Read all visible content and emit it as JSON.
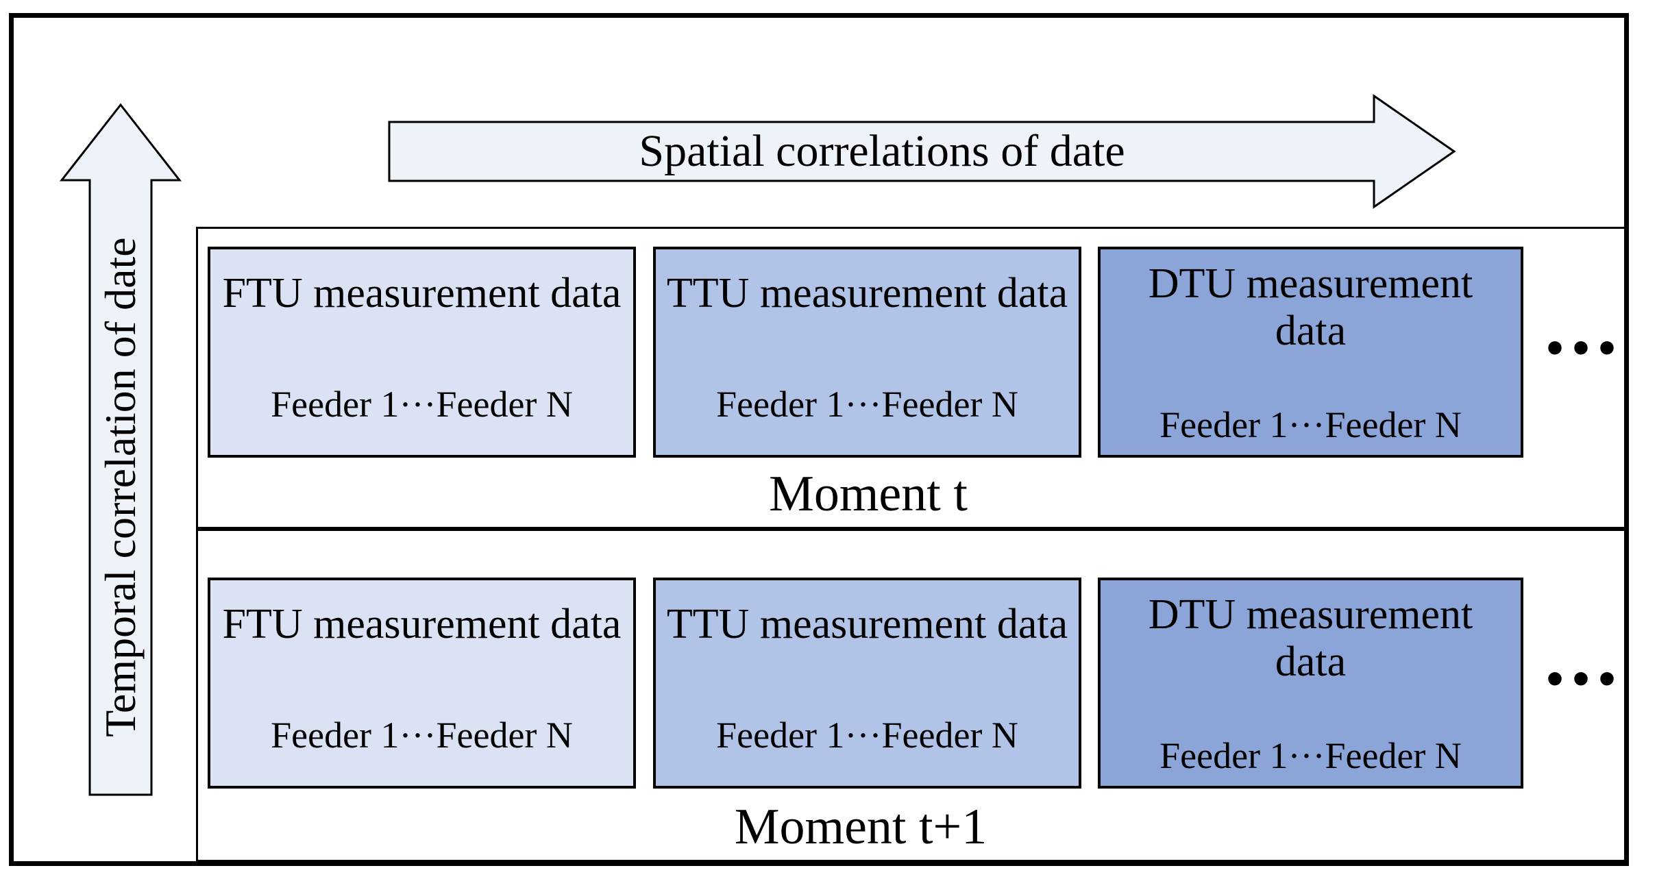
{
  "figure": {
    "horizontal_arrow": {
      "label": "Spatial correlations of date"
    },
    "vertical_arrow": {
      "label": "Temporal correlation of date"
    },
    "moments": [
      {
        "label": "Moment t",
        "ellipsis": "...",
        "boxes": [
          {
            "title": "FTU measurement data",
            "feeders": "Feeder 1···Feeder N"
          },
          {
            "title": "TTU measurement data",
            "feeders": "Feeder 1···Feeder N"
          },
          {
            "title": "DTU measurement data",
            "feeders": "Feeder 1···Feeder N"
          }
        ]
      },
      {
        "label": "Moment t+1",
        "ellipsis": "...",
        "boxes": [
          {
            "title": "FTU measurement data",
            "feeders": "Feeder 1···Feeder N"
          },
          {
            "title": "TTU measurement data",
            "feeders": "Feeder 1···Feeder N"
          },
          {
            "title": "DTU measurement data",
            "feeders": "Feeder 1···Feeder N"
          }
        ]
      }
    ]
  },
  "colors": {
    "ftu_box": "#dbe2f3",
    "ttu_box": "#b2c3e8",
    "dtu_box": "#8ca5d8",
    "arrow_fill": "#eef2f9",
    "outline": "#000000"
  }
}
